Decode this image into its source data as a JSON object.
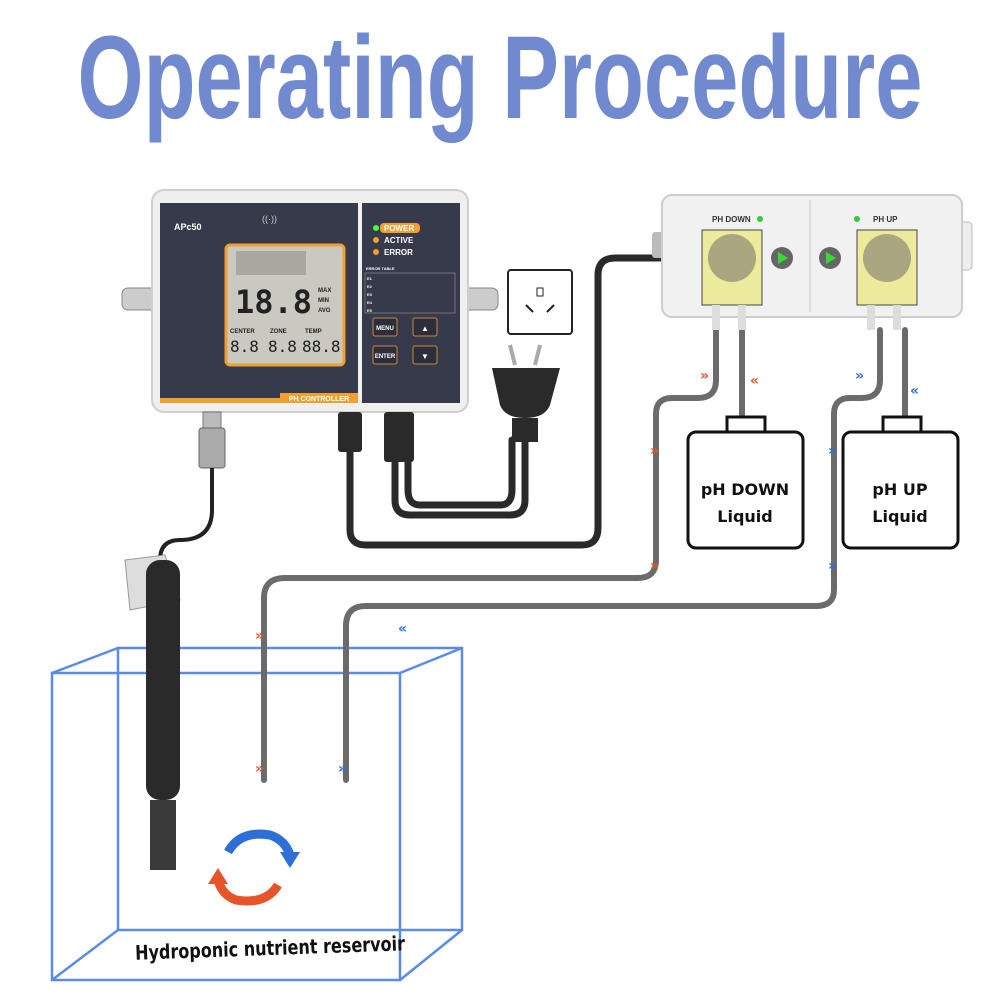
{
  "title": "Operating Procedure",
  "controller": {
    "model": "APc50",
    "name": "PH CONTROLLER",
    "indicators": [
      "POWER",
      "ACTIVE",
      "ERROR"
    ],
    "error_table_title": "ERROR TABLE",
    "error_table": [
      "E1",
      "E2",
      "E3",
      "E4",
      "E5"
    ],
    "lcd": {
      "main": "18.8",
      "center_label": "CENTER",
      "zone_label": "ZONE",
      "temp_label": "TEMP",
      "center": "8.8",
      "zone": "8.8",
      "temp": "88.8",
      "flags": [
        "MAX",
        "MIN",
        "AVG"
      ]
    },
    "buttons": {
      "menu": "MENU",
      "enter": "ENTER",
      "up": "▲",
      "down": "▼"
    }
  },
  "pump": {
    "left_label": "PH DOWN",
    "right_label": "PH UP"
  },
  "containers": {
    "down": {
      "line1": "pH DOWN",
      "line2": "Liquid"
    },
    "up": {
      "line1": "pH UP",
      "line2": "Liquid"
    }
  },
  "reservoir_label": "Hydroponic nutrient reservoir",
  "colors": {
    "title": "#7189cf",
    "down_arrow": "#e8542a",
    "up_arrow": "#2d6fd6",
    "tank": "#5a8be8",
    "controller_panel": "#363a4a",
    "lcd_border": "#f0a030"
  }
}
